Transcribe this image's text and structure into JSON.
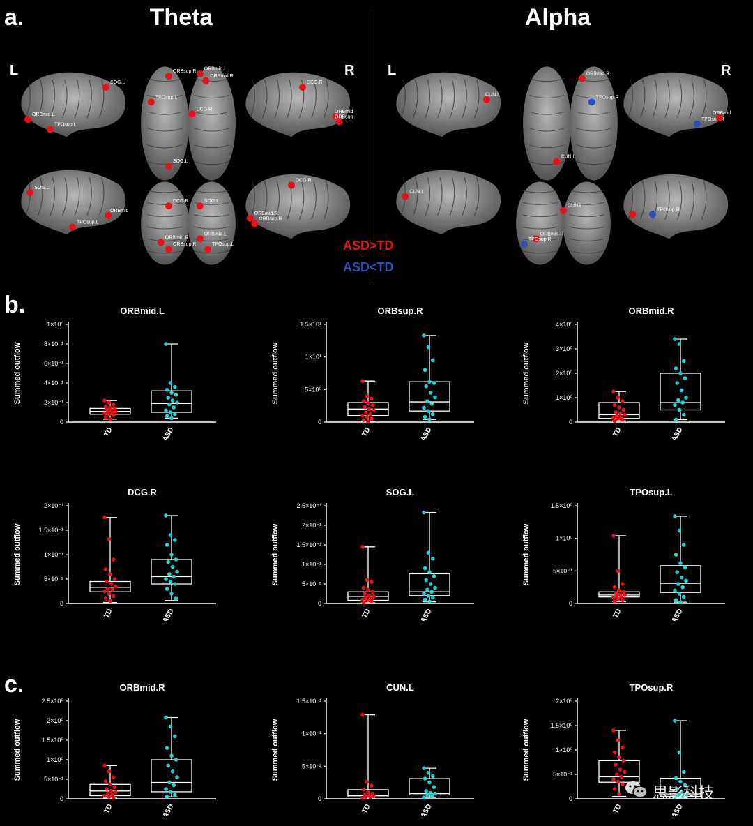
{
  "panels": {
    "a": "a.",
    "b": "b.",
    "c": "c."
  },
  "band_titles": {
    "theta": "Theta",
    "alpha": "Alpha"
  },
  "hemis": {
    "L": "L",
    "R": "R"
  },
  "legend": {
    "gt": "ASD>TD",
    "gt_color": "#e8101a",
    "lt": "ASD<TD",
    "lt_color": "#2b4fb8"
  },
  "roi_labels": {
    "theta": {
      "lat_top_left": [
        "SOG.L",
        "ORBmid.L",
        "TPOsup.L"
      ],
      "top_view": [
        "ORBsup.R",
        "ORBmid.L",
        "ORBmid.R",
        "TPOsup.L",
        "DCG.R",
        "SOG.L"
      ],
      "lat_top_right": [
        "DCG.R",
        "ORBmid.R",
        "ORBsup.R"
      ],
      "med_bottom_left": [
        "SOG.L",
        "ORBmid.L",
        "TPOsup.L"
      ],
      "bottom_view": [
        "DCG.R",
        "SOG.L",
        "ORBmid.R",
        "ORBmid.L",
        "ORBsup.R",
        "TPOsup.L"
      ],
      "med_bottom_right": [
        "DCG.R",
        "ORBmid.R",
        "ORBsup.R"
      ]
    },
    "alpha": {
      "lat_top_left": [
        "CUN.L"
      ],
      "top_view": [
        "ORBmid.R",
        "TPOsup.R",
        "CUN.L"
      ],
      "lat_top_right": [
        "TPOsup.R",
        "ORBmid.R"
      ],
      "med_bottom_left": [
        "CUN.L"
      ],
      "bottom_view": [
        "CUN.L",
        "ORBmid.R",
        "TPOsup.R"
      ],
      "med_bottom_right": [
        "TPOsup.R"
      ]
    }
  },
  "colors": {
    "td": "#e8101a",
    "asd": "#1ed2d8"
  },
  "chart_data": [
    {
      "type": "box",
      "panel": "b",
      "title": "ORBmid.L",
      "ylabel": "Summed outflow",
      "categories": [
        "TD",
        "ASD"
      ],
      "yticks": [
        0,
        0.2,
        0.4,
        0.6,
        0.8,
        1.0
      ],
      "yticklabels": [
        "0",
        "2×10⁻¹",
        "4×10⁻¹",
        "6×10⁻¹",
        "8×10⁻¹",
        "1×10⁰"
      ],
      "ylim": [
        0,
        1.0
      ],
      "box": [
        {
          "min": 0.03,
          "q1": 0.08,
          "median": 0.11,
          "q3": 0.14,
          "max": 0.22
        },
        {
          "min": 0.04,
          "q1": 0.1,
          "median": 0.19,
          "q3": 0.32,
          "max": 0.8
        }
      ],
      "points": [
        [
          0.22,
          0.2,
          0.18,
          0.16,
          0.15,
          0.14,
          0.13,
          0.12,
          0.11,
          0.1,
          0.1,
          0.09,
          0.08,
          0.07,
          0.05,
          0.03
        ],
        [
          0.8,
          0.4,
          0.36,
          0.33,
          0.3,
          0.28,
          0.25,
          0.22,
          0.2,
          0.18,
          0.15,
          0.12,
          0.1,
          0.08,
          0.06,
          0.04
        ]
      ]
    },
    {
      "type": "box",
      "panel": "b",
      "title": "ORBsup.R",
      "ylabel": "Summed outflow",
      "categories": [
        "TD",
        "ASD"
      ],
      "yticks": [
        0,
        5,
        10,
        15
      ],
      "yticklabels": [
        "0",
        "5×10⁰",
        "1×10¹",
        "1.5×10¹"
      ],
      "ylim": [
        0,
        15
      ],
      "box": [
        {
          "min": 0.1,
          "q1": 1.0,
          "median": 2.0,
          "q3": 3.0,
          "max": 6.3
        },
        {
          "min": 0.4,
          "q1": 1.7,
          "median": 3.1,
          "q3": 6.2,
          "max": 13.3
        }
      ],
      "points": [
        [
          6.3,
          4.0,
          3.6,
          3.2,
          2.9,
          2.6,
          2.3,
          2.0,
          1.8,
          1.5,
          1.2,
          1.0,
          0.8,
          0.5,
          0.3,
          0.1
        ],
        [
          13.3,
          11.5,
          9.5,
          8.0,
          6.2,
          6.0,
          5.5,
          4.5,
          3.8,
          3.2,
          2.8,
          2.2,
          1.7,
          1.2,
          0.8,
          0.4
        ]
      ]
    },
    {
      "type": "box",
      "panel": "b",
      "title": "ORBmid.R",
      "ylabel": "Summed outflow",
      "categories": [
        "TD",
        "ASD"
      ],
      "yticks": [
        0,
        1,
        2,
        3,
        4
      ],
      "yticklabels": [
        "0",
        "1×10⁰",
        "2×10⁰",
        "3×10⁰",
        "4×10⁰"
      ],
      "ylim": [
        0,
        4
      ],
      "box": [
        {
          "min": 0.05,
          "q1": 0.15,
          "median": 0.3,
          "q3": 0.8,
          "max": 1.25
        },
        {
          "min": 0.1,
          "q1": 0.5,
          "median": 0.8,
          "q3": 2.0,
          "max": 3.4
        }
      ],
      "points": [
        [
          1.25,
          1.0,
          0.85,
          0.7,
          0.6,
          0.5,
          0.4,
          0.35,
          0.3,
          0.25,
          0.2,
          0.18,
          0.15,
          0.1,
          0.05
        ],
        [
          3.4,
          3.2,
          2.5,
          2.2,
          2.0,
          1.8,
          1.6,
          1.3,
          1.0,
          0.9,
          0.8,
          0.7,
          0.5,
          0.3,
          0.1
        ]
      ]
    },
    {
      "type": "box",
      "panel": "b",
      "title": "DCG.R",
      "ylabel": "Summed outflow",
      "categories": [
        "TD",
        "ASD"
      ],
      "yticks": [
        0,
        0.05,
        0.1,
        0.15,
        0.2
      ],
      "yticklabels": [
        "0",
        "5×10⁻²",
        "1×10⁻¹",
        "1.5×10⁻¹",
        "2×10⁻¹"
      ],
      "ylim": [
        0,
        0.2
      ],
      "box": [
        {
          "min": 0.002,
          "q1": 0.024,
          "median": 0.033,
          "q3": 0.045,
          "max": 0.176
        },
        {
          "min": 0.006,
          "q1": 0.04,
          "median": 0.055,
          "q3": 0.09,
          "max": 0.18
        }
      ],
      "points": [
        [
          0.176,
          0.132,
          0.09,
          0.07,
          0.06,
          0.05,
          0.045,
          0.04,
          0.035,
          0.03,
          0.028,
          0.025,
          0.02,
          0.015,
          0.01,
          0.005
        ],
        [
          0.18,
          0.14,
          0.13,
          0.12,
          0.1,
          0.09,
          0.085,
          0.075,
          0.065,
          0.06,
          0.055,
          0.05,
          0.045,
          0.04,
          0.03,
          0.02,
          0.01
        ]
      ]
    },
    {
      "type": "box",
      "panel": "b",
      "title": "SOG.L",
      "ylabel": "Summed outflow",
      "categories": [
        "TD",
        "ASD"
      ],
      "yticks": [
        0,
        0.05,
        0.1,
        0.15,
        0.2,
        0.25
      ],
      "yticklabels": [
        "0",
        "5×10⁻²",
        "1×10⁻¹",
        "1.5×10⁻¹",
        "2×10⁻¹",
        "2.5×10⁻¹"
      ],
      "ylim": [
        0,
        0.25
      ],
      "box": [
        {
          "min": 0.002,
          "q1": 0.008,
          "median": 0.018,
          "q3": 0.03,
          "max": 0.145
        },
        {
          "min": 0.004,
          "q1": 0.02,
          "median": 0.03,
          "q3": 0.076,
          "max": 0.233
        }
      ],
      "points": [
        [
          0.145,
          0.06,
          0.055,
          0.04,
          0.035,
          0.03,
          0.025,
          0.02,
          0.018,
          0.015,
          0.012,
          0.01,
          0.008,
          0.005,
          0.002
        ],
        [
          0.233,
          0.13,
          0.115,
          0.09,
          0.08,
          0.07,
          0.06,
          0.05,
          0.04,
          0.035,
          0.03,
          0.025,
          0.02,
          0.015,
          0.01,
          0.005
        ]
      ]
    },
    {
      "type": "box",
      "panel": "b",
      "title": "TPOsup.L",
      "ylabel": "Summed outflow",
      "categories": [
        "TD",
        "ASD"
      ],
      "yticks": [
        0,
        0.5,
        1.0,
        1.5
      ],
      "yticklabels": [
        "0",
        "5×10⁻¹",
        "1×10⁰",
        "1.5×10⁰"
      ],
      "ylim": [
        0,
        1.5
      ],
      "box": [
        {
          "min": 0.03,
          "q1": 0.1,
          "median": 0.13,
          "q3": 0.18,
          "max": 1.04
        },
        {
          "min": 0.02,
          "q1": 0.17,
          "median": 0.31,
          "q3": 0.58,
          "max": 1.34
        }
      ],
      "points": [
        [
          1.04,
          0.5,
          0.3,
          0.25,
          0.2,
          0.18,
          0.16,
          0.14,
          0.13,
          0.12,
          0.1,
          0.09,
          0.07,
          0.05,
          0.03
        ],
        [
          1.34,
          1.12,
          0.9,
          0.75,
          0.62,
          0.55,
          0.48,
          0.4,
          0.35,
          0.3,
          0.25,
          0.2,
          0.15,
          0.1,
          0.05,
          0.02
        ]
      ]
    },
    {
      "type": "box",
      "panel": "c",
      "title": "ORBmid.R",
      "ylabel": "Summed outflow",
      "categories": [
        "TD",
        "ASD"
      ],
      "yticks": [
        0,
        0.5,
        1.0,
        1.5,
        2.0,
        2.5
      ],
      "yticklabels": [
        "0",
        "5×10⁻¹",
        "1×10⁰",
        "1.5×10⁰",
        "2×10⁰",
        "2.5×10⁰"
      ],
      "ylim": [
        0,
        2.5
      ],
      "box": [
        {
          "min": 0.02,
          "q1": 0.08,
          "median": 0.2,
          "q3": 0.37,
          "max": 0.85
        },
        {
          "min": 0.05,
          "q1": 0.18,
          "median": 0.42,
          "q3": 1.0,
          "max": 2.08
        }
      ],
      "points": [
        [
          0.85,
          0.7,
          0.55,
          0.45,
          0.37,
          0.3,
          0.25,
          0.2,
          0.17,
          0.13,
          0.1,
          0.08,
          0.05,
          0.02
        ],
        [
          2.08,
          1.85,
          1.6,
          1.3,
          1.1,
          1.0,
          0.85,
          0.7,
          0.55,
          0.42,
          0.35,
          0.25,
          0.18,
          0.1,
          0.05
        ]
      ]
    },
    {
      "type": "box",
      "panel": "c",
      "title": "CUN.L",
      "ylabel": "Summed outflow",
      "categories": [
        "TD",
        "ASD"
      ],
      "yticks": [
        0,
        0.05,
        0.1,
        0.15
      ],
      "yticklabels": [
        "0",
        "5×10⁻²",
        "1×10⁻¹",
        "1.5×10⁻¹"
      ],
      "ylim": [
        0,
        0.15
      ],
      "box": [
        {
          "min": 0.001,
          "q1": 0.003,
          "median": 0.005,
          "q3": 0.014,
          "max": 0.129
        },
        {
          "min": 0.002,
          "q1": 0.006,
          "median": 0.008,
          "q3": 0.031,
          "max": 0.047
        }
      ],
      "points": [
        [
          0.129,
          0.026,
          0.02,
          0.014,
          0.01,
          0.008,
          0.006,
          0.005,
          0.004,
          0.003,
          0.002,
          0.001
        ],
        [
          0.047,
          0.04,
          0.035,
          0.031,
          0.025,
          0.018,
          0.012,
          0.009,
          0.008,
          0.006,
          0.004,
          0.002
        ]
      ]
    },
    {
      "type": "box",
      "panel": "c",
      "title": "TPOsup.R",
      "ylabel": "Summed outflow",
      "categories": [
        "TD",
        "ASD"
      ],
      "yticks": [
        0,
        0.5,
        1.0,
        1.5,
        2.0
      ],
      "yticklabels": [
        "0",
        "5×10⁻¹",
        "1×10⁰",
        "1.5×10⁰",
        "2×10⁰"
      ],
      "ylim": [
        0,
        2.0
      ],
      "box": [
        {
          "min": 0.05,
          "q1": 0.34,
          "median": 0.45,
          "q3": 0.78,
          "max": 1.4
        },
        {
          "min": 0.02,
          "q1": 0.05,
          "median": 0.1,
          "q3": 0.42,
          "max": 1.6
        }
      ],
      "points": [
        [
          1.4,
          1.2,
          1.05,
          0.95,
          0.85,
          0.78,
          0.7,
          0.6,
          0.55,
          0.5,
          0.45,
          0.4,
          0.35,
          0.3,
          0.2,
          0.1
        ],
        [
          1.6,
          0.95,
          0.55,
          0.42,
          0.35,
          0.28,
          0.2,
          0.15,
          0.1,
          0.08,
          0.05,
          0.03
        ]
      ]
    }
  ],
  "watermark": "思影科技"
}
